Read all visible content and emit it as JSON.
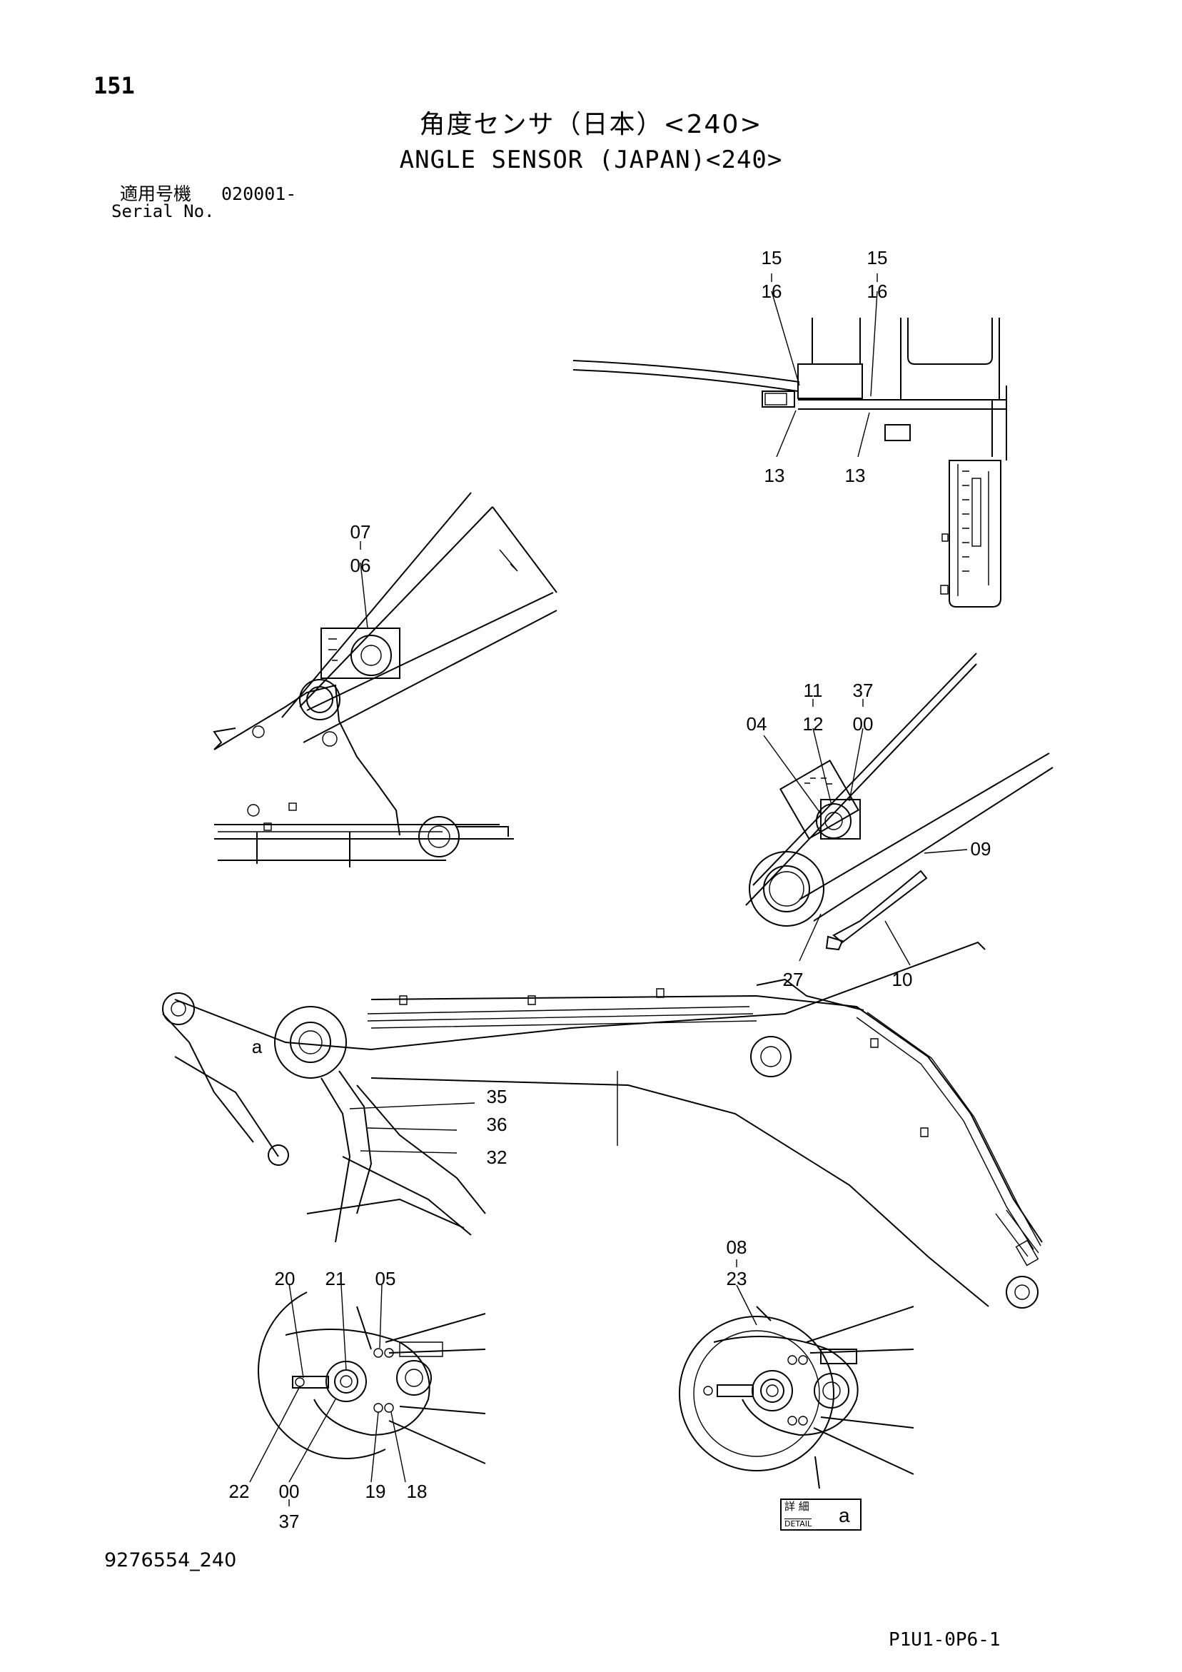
{
  "header": {
    "page_number": "151",
    "title_jp": "角度センサ（日本）<240>",
    "title_en": "ANGLE SENSOR (JAPAN)<240>",
    "serial_label_jp": "適用号機",
    "serial_value": "020001-",
    "serial_label_en": "Serial No."
  },
  "callouts": {
    "top_15a": "15",
    "top_16a": "16",
    "top_15b": "15",
    "top_16b": "16",
    "top_13a": "13",
    "top_13b": "13",
    "left_07": "07",
    "left_06": "06",
    "mid_11": "11",
    "mid_37": "37",
    "mid_04": "04",
    "mid_12": "12",
    "mid_00": "00",
    "mid_09": "09",
    "mid_27": "27",
    "mid_10": "10",
    "boom_a": "a",
    "boom_35": "35",
    "boom_36": "36",
    "boom_32": "32",
    "det_20": "20",
    "det_21": "21",
    "det_05": "05",
    "det_22": "22",
    "det_00": "00",
    "det_37": "37",
    "det_19": "19",
    "det_18": "18",
    "det_08": "08",
    "det_23": "23"
  },
  "detail_tag": {
    "jp": "詳 細",
    "en": "DETAIL",
    "letter": "a"
  },
  "footer": {
    "drawing_number": "9276554_240",
    "page_code": "P1U1-0P6-1"
  }
}
